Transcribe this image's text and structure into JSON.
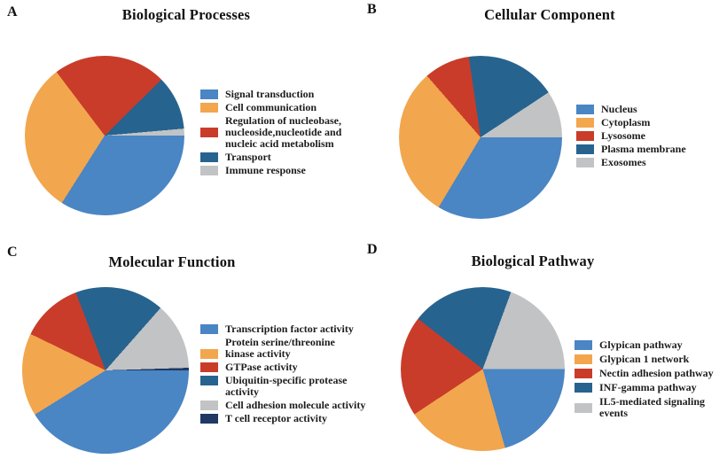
{
  "values_note": "percent of pie, estimated from slice angles",
  "palette": {
    "blue": "#4A85C4",
    "orange": "#F2A64E",
    "red": "#C93C2A",
    "dark_blue": "#27638F",
    "gray": "#C1C3C5",
    "navy": "#1F3864"
  },
  "chart_data": [
    {
      "panel_label": "A",
      "type": "pie",
      "title": "Biological Processes",
      "legend_position": "right",
      "start_angle_deg": 0,
      "direction": "clockwise",
      "slices": [
        {
          "label": "Signal transduction",
          "value": 34.0,
          "color": "#4A85C4"
        },
        {
          "label": "Cell communication",
          "value": 30.7,
          "color": "#F2A64E"
        },
        {
          "label": "Regulation of nucleobase,\nnucleoside,nucleotide and\nnucleic acid metabolism",
          "value": 22.9,
          "color": "#C93C2A"
        },
        {
          "label": "Transport",
          "value": 11.0,
          "color": "#27638F"
        },
        {
          "label": "Immune response",
          "value": 1.4,
          "color": "#C1C3C5"
        }
      ]
    },
    {
      "panel_label": "B",
      "type": "pie",
      "title": "Cellular Component",
      "legend_position": "right",
      "start_angle_deg": 0,
      "direction": "clockwise",
      "slices": [
        {
          "label": "Nucleus",
          "value": 33.6,
          "color": "#4A85C4"
        },
        {
          "label": "Cytoplasm",
          "value": 30.0,
          "color": "#F2A64E"
        },
        {
          "label": "Lysosome",
          "value": 9.1,
          "color": "#C93C2A"
        },
        {
          "label": "Plasma membrane",
          "value": 18.0,
          "color": "#27638F"
        },
        {
          "label": "Exosomes",
          "value": 9.3,
          "color": "#C1C3C5"
        }
      ]
    },
    {
      "panel_label": "C",
      "type": "pie",
      "title": "Molecular Function",
      "legend_position": "right",
      "start_angle_deg": 0,
      "direction": "clockwise",
      "slices": [
        {
          "label": "Transcription factor activity",
          "value": 41.1,
          "color": "#4A85C4"
        },
        {
          "label": "Protein serine/threonine\nkinase activity",
          "value": 16.1,
          "color": "#F2A64E",
          "swatch_align": "end"
        },
        {
          "label": "GTPase activity",
          "value": 12.0,
          "color": "#C93C2A"
        },
        {
          "label": "Ubiquitin-specific protease\nactivity",
          "value": 17.3,
          "color": "#27638F",
          "swatch_align": "start"
        },
        {
          "label": "Cell adhesion molecule activity",
          "value": 13.0,
          "color": "#C1C3C5"
        },
        {
          "label": "T cell receptor activity",
          "value": 0.5,
          "color": "#1F3864"
        }
      ]
    },
    {
      "panel_label": "D",
      "type": "pie",
      "title": "Biological Pathway",
      "legend_position": "right",
      "start_angle_deg": 0,
      "direction": "clockwise",
      "slices": [
        {
          "label": "Glypican pathway",
          "value": 20.6,
          "color": "#4A85C4"
        },
        {
          "label": "Glypican 1 network",
          "value": 20.1,
          "color": "#F2A64E"
        },
        {
          "label": "Nectin adhesion pathway",
          "value": 19.8,
          "color": "#C93C2A"
        },
        {
          "label": "INF-gamma pathway",
          "value": 20.1,
          "color": "#27638F"
        },
        {
          "label": "IL5-mediated signaling events",
          "value": 19.4,
          "color": "#C1C3C5"
        }
      ]
    }
  ]
}
